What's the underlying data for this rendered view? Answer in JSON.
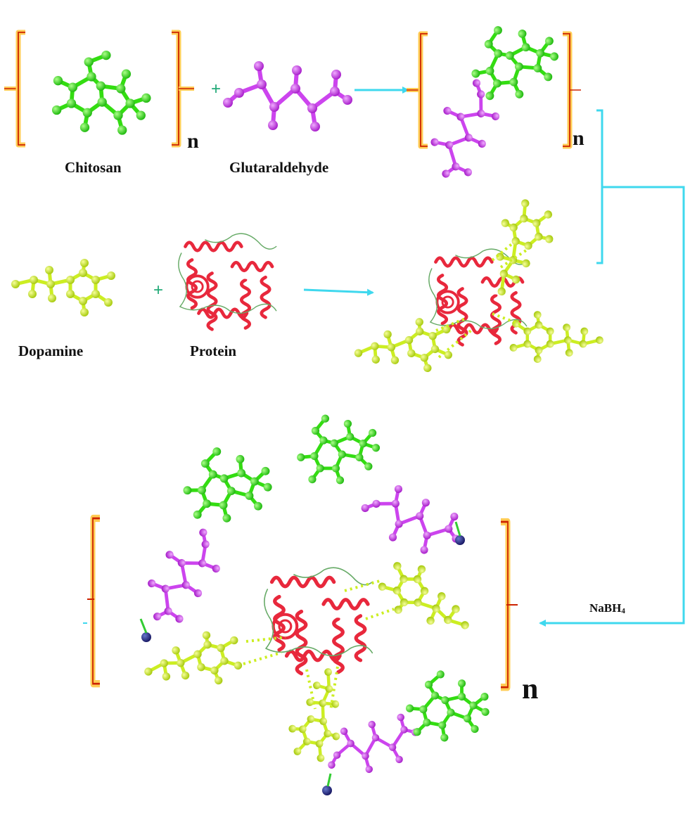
{
  "labels": {
    "chitosan": "Chitosan",
    "glutaraldehyde": "Glutaraldehyde",
    "dopamine": "Dopamine",
    "protein": "Protein",
    "repeat_unit": "n",
    "reducing_agent_main": "NaBH",
    "reducing_agent_sub": "4"
  },
  "symbols": {
    "plus": "+"
  },
  "colors": {
    "chitosan": "#33dd11",
    "glutaraldehyde": "#cc44ee",
    "dopamine": "#ccee22",
    "protein_helix": "#e8283c",
    "protein_coil": "#66aa66",
    "nitrogen": "#2a2a88",
    "arrow": "#3fd8ee",
    "plus_sign": "#22aa77",
    "bracket_outer": "#ffcc55",
    "bracket_inner": "#cc2200"
  }
}
